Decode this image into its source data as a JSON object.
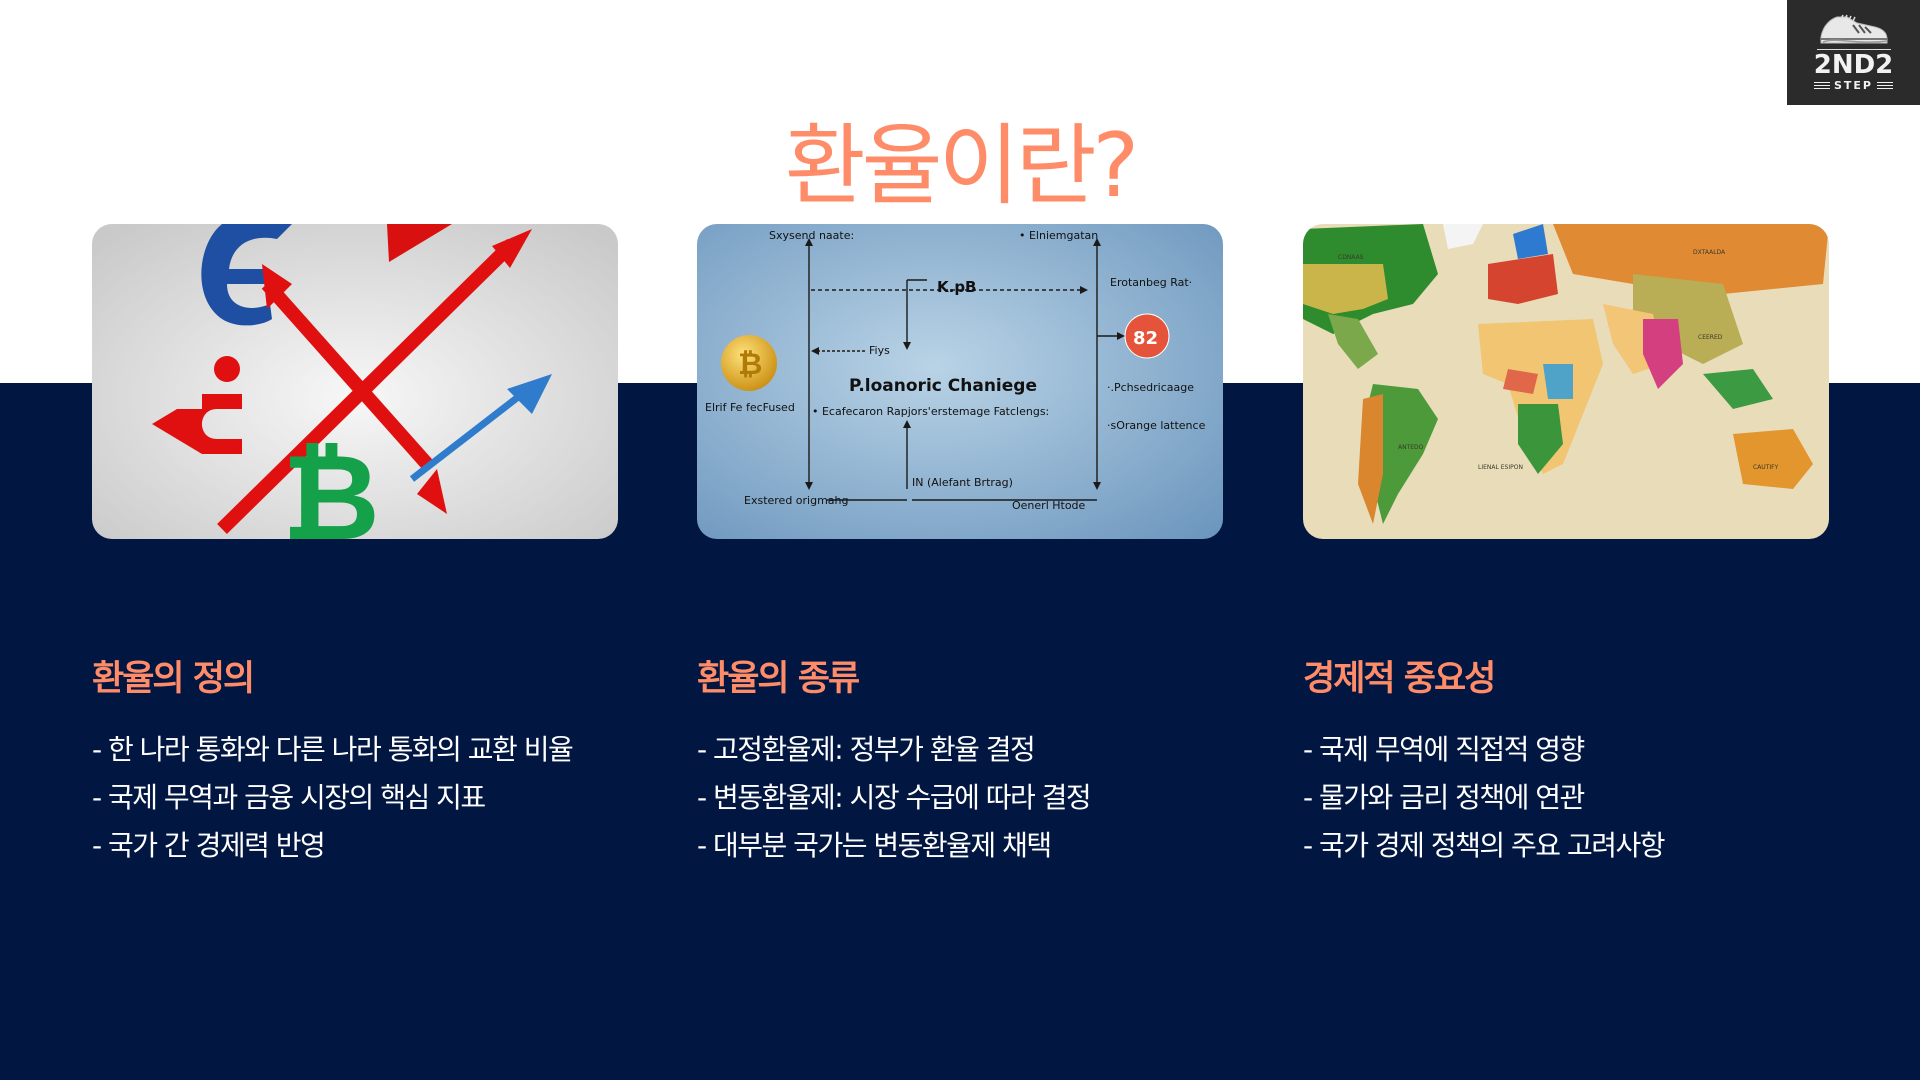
{
  "logo": {
    "brand": "2ND2",
    "sub": "STEP",
    "icon": "sneaker-icon"
  },
  "title": "환율이란?",
  "colors": {
    "accent": "#FF8C69",
    "navy": "#011640",
    "logo_bg": "#2b2b2b"
  },
  "cards": [
    {
      "image_alt": "currency symbols with crossing red and blue arrows",
      "heading": "환율의 정의",
      "bullets": [
        "- 한 나라 통화와 다른 나라 통화의 교환 비율",
        "- 국제 무역과 금융 시장의 핵심 지표",
        "- 국가 간 경제력 반영"
      ]
    },
    {
      "image_alt": "exchange rate flow diagram",
      "diagram": {
        "top_left": "Sxysend naate:",
        "top_right": "• Elniemgatan",
        "center_top": "K.pB",
        "right_top": "Erotanbeg Rat·",
        "left_mid": "Fiys",
        "center": "P.loanoric Chaniege",
        "left_label": "Elrif Fe fecFused",
        "center_bullet": "• Ecafecaron Rapjors'erstemage Fatclengs:",
        "badge": "82",
        "right_mid": "·.Pchsedricaage",
        "right_low": "·sOrange lattence",
        "center_low": "IN (Alefant Brtrag)",
        "bottom_left": "Exstered origmahg",
        "bottom_right": "Oenerl Htode"
      },
      "heading": "환율의 종류",
      "bullets": [
        "- 고정환율제: 정부가 환율 결정",
        "- 변동환율제: 시장 수급에 따라 결정",
        "- 대부분 국가는 변동환율제 채택"
      ]
    },
    {
      "image_alt": "colorful vintage world map",
      "heading": "경제적 중요성",
      "bullets": [
        "- 국제 무역에 직접적 영향",
        "- 물가와 금리 정책에 연관",
        "- 국가 경제 정책의 주요 고려사항"
      ]
    }
  ]
}
